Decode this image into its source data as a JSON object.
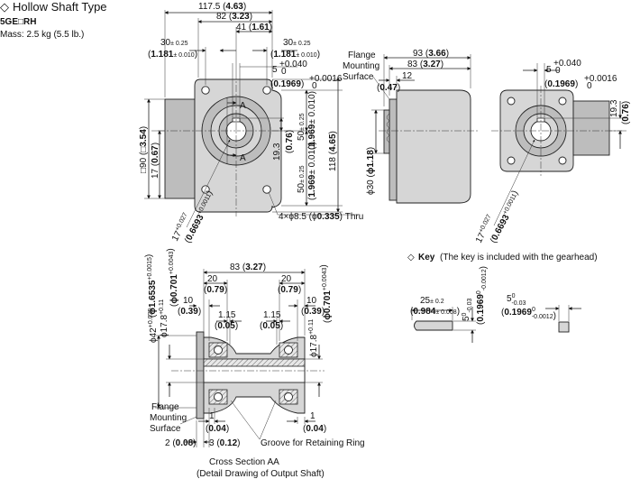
{
  "header": {
    "title": "Hollow Shaft Type",
    "model": "5GE□RH",
    "mass": "Mass: 2.5 kg (5.5 lb.)"
  },
  "front_view": {
    "dim_overall": {
      "mm": "117.5",
      "in": "4.63"
    },
    "dim_82": {
      "mm": "82",
      "in": "3.23"
    },
    "dim_41": {
      "mm": "41",
      "in": "1.61"
    },
    "dim_30_left": {
      "mm": "30",
      "tol": "± 0.25",
      "in": "1.181",
      "in_tol": "± 0.010"
    },
    "dim_30_right": {
      "mm": "30",
      "tol": "± 0.25",
      "in": "1.181",
      "in_tol": "± 0.010"
    },
    "keyway_width": {
      "mm": "5",
      "tol_up": "+0.040",
      "tol_lo": "0",
      "in": "0.1969",
      "in_tol_up": "+0.0016",
      "in_tol_lo": "0"
    },
    "dim_19_3": {
      "mm": "19.3",
      "in": "0.76"
    },
    "dim_50_top": {
      "mm": "50",
      "tol": "± 0.25",
      "in": "1.969",
      "in_tol": "± 0.010"
    },
    "dim_50_bottom": {
      "mm": "50",
      "tol": "± 0.25",
      "in": "1.969",
      "in_tol": "± 0.010"
    },
    "dim_118": {
      "mm": "118",
      "in": "4.65"
    },
    "dim_square_90": {
      "mm": "□90",
      "in": "□3.54"
    },
    "dim_17": {
      "mm": "17",
      "in": "0.67"
    },
    "section_mark": "A",
    "bore": {
      "mm": "17",
      "tol_up": "+0.027",
      "tol_lo": "0",
      "in": "0.6693",
      "in_tol_up": "+0.0011",
      "in_tol_lo": "0"
    },
    "holes": {
      "text": "4×ϕ8.5 (ϕ",
      "in": "0.335",
      "suffix": ") Thru"
    }
  },
  "side_view": {
    "flange_label": [
      "Flange",
      "Mounting",
      "Surface"
    ],
    "dim_93": {
      "mm": "93",
      "in": "3.66"
    },
    "dim_83": {
      "mm": "83",
      "in": "3.27"
    },
    "dim_12": {
      "mm": "12",
      "in": "0.47"
    },
    "dim_dia30": {
      "mm": "ϕ30",
      "in": "ϕ1.18"
    }
  },
  "right_view": {
    "keyway_width": {
      "mm": "5",
      "tol_up": "+0.040",
      "tol_lo": "0",
      "in": "0.1969",
      "in_tol_up": "+0.0016",
      "in_tol_lo": "0"
    },
    "dim_19_3": {
      "mm": "19.3",
      "in": "0.76"
    },
    "bore": {
      "mm": "17",
      "tol_up": "+0.027",
      "tol_lo": "0",
      "in": "0.6693",
      "in_tol_up": "+0.0011",
      "in_tol_lo": "0"
    }
  },
  "section_view": {
    "dim_83": {
      "mm": "83",
      "in": "3.27"
    },
    "dim_20_left": {
      "mm": "20",
      "in": "0.79"
    },
    "dim_20_right": {
      "mm": "20",
      "in": "0.79"
    },
    "dim_10_left": {
      "mm": "10",
      "in": "0.39"
    },
    "dim_10_right": {
      "mm": "10",
      "in": "0.39"
    },
    "dim_1_15_left": {
      "mm": "1.15",
      "in": "0.05"
    },
    "dim_1_15_right": {
      "mm": "1.15",
      "in": "0.05"
    },
    "dim_phi42": {
      "mm": "ϕ42",
      "tol_up": "+0.039",
      "tol_lo": "0",
      "in": "ϕ1.6535",
      "in_tol_up": "+0.0015",
      "in_tol_lo": "0"
    },
    "dim_phi17_8_left": {
      "mm": "ϕ17.8",
      "tol_up": "+0.11",
      "tol_lo": "0",
      "in": "ϕ0.701",
      "in_tol_up": "+0.0043",
      "in_tol_lo": "0"
    },
    "dim_phi17_8_right": {
      "mm": "ϕ17.8",
      "tol_up": "+0.11",
      "tol_lo": "0",
      "in": "ϕ0.701",
      "in_tol_up": "+0.0043",
      "in_tol_lo": "0"
    },
    "flange_label": [
      "Flange",
      "Mounting",
      "Surface"
    ],
    "dim_1_left": {
      "mm": "1",
      "in": "0.04"
    },
    "dim_1_right": {
      "mm": "1",
      "in": "0.04"
    },
    "dim_2": {
      "mm": "2",
      "in": "0.08"
    },
    "dim_3": {
      "mm": "3",
      "in": "0.12"
    },
    "groove_label": "Groove for Retaining Ring",
    "caption": "Cross Section AA",
    "caption_sub": "(Detail Drawing of Output Shaft)"
  },
  "key": {
    "title": "Key",
    "note": "(The key is included with the gearhead)",
    "length": {
      "mm": "25",
      "tol": "± 0.2",
      "in": "0.984",
      "in_tol": "± 0.008"
    },
    "height": {
      "mm": "5",
      "tol_up": "0",
      "tol_lo": "-0.03",
      "in": "0.1969",
      "in_tol_up": "0",
      "in_tol_lo": "-0.0012"
    },
    "width": {
      "mm": "5",
      "tol_up": "0",
      "tol_lo": "-0.03",
      "in": "0.1969",
      "in_tol_up": "0",
      "in_tol_lo": "-0.0012"
    }
  }
}
